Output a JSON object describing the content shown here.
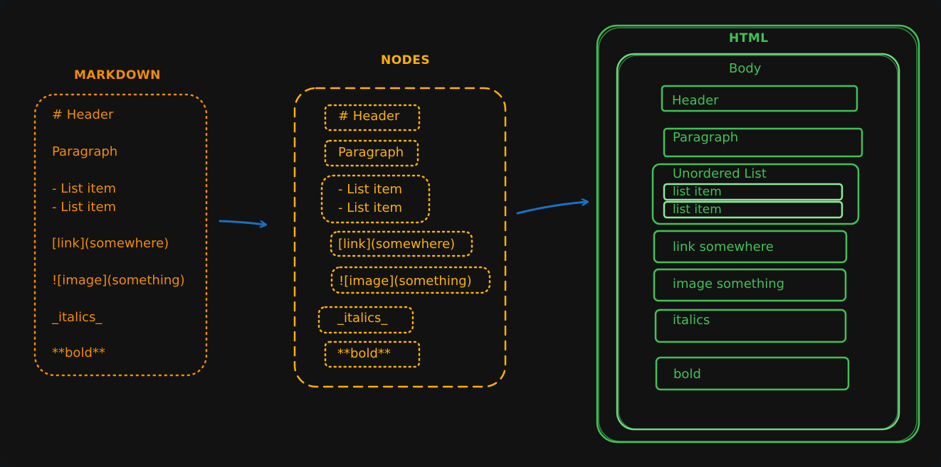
{
  "colors": {
    "markdown": "#f08c00",
    "nodes": "#fab005",
    "html": "#40c057",
    "arrow": "#1971c2",
    "background": "#121212"
  },
  "markdown": {
    "title": "MARKDOWN",
    "lines": [
      "# Header",
      "Paragraph",
      "- List item",
      "- List item",
      "[link](somewhere)",
      "![image](something)",
      "_italics_",
      "**bold**"
    ]
  },
  "nodes": {
    "title": "NODES",
    "items": [
      "# Header",
      "Paragraph",
      "- List item",
      "- List item",
      "[link](somewhere)",
      "![image](something)",
      "_italics_",
      "**bold**"
    ]
  },
  "html": {
    "title": "HTML",
    "body_label": "Body",
    "header": "Header",
    "paragraph": "Paragraph",
    "unordered_list": "Unordered List",
    "list_items": [
      "list item",
      "list item"
    ],
    "link": "link somewhere",
    "image": "image something",
    "italics": "italics",
    "bold": "bold"
  }
}
